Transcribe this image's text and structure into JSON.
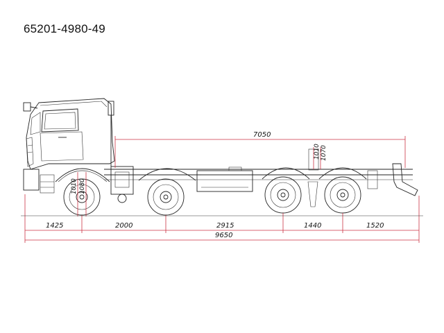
{
  "title": "65201-4980-49",
  "dimensions": {
    "frame_length": "7050",
    "front_overhang": "1425",
    "wheelbase_1": "2000",
    "wheelbase_2": "2915",
    "wheelbase_3": "1440",
    "rear_overhang": "1520",
    "overall_length": "9650",
    "front_frame_height_1": "1010",
    "front_frame_height_2": "1080",
    "rear_frame_height_1": "1010",
    "rear_frame_height_2": "1070"
  }
}
